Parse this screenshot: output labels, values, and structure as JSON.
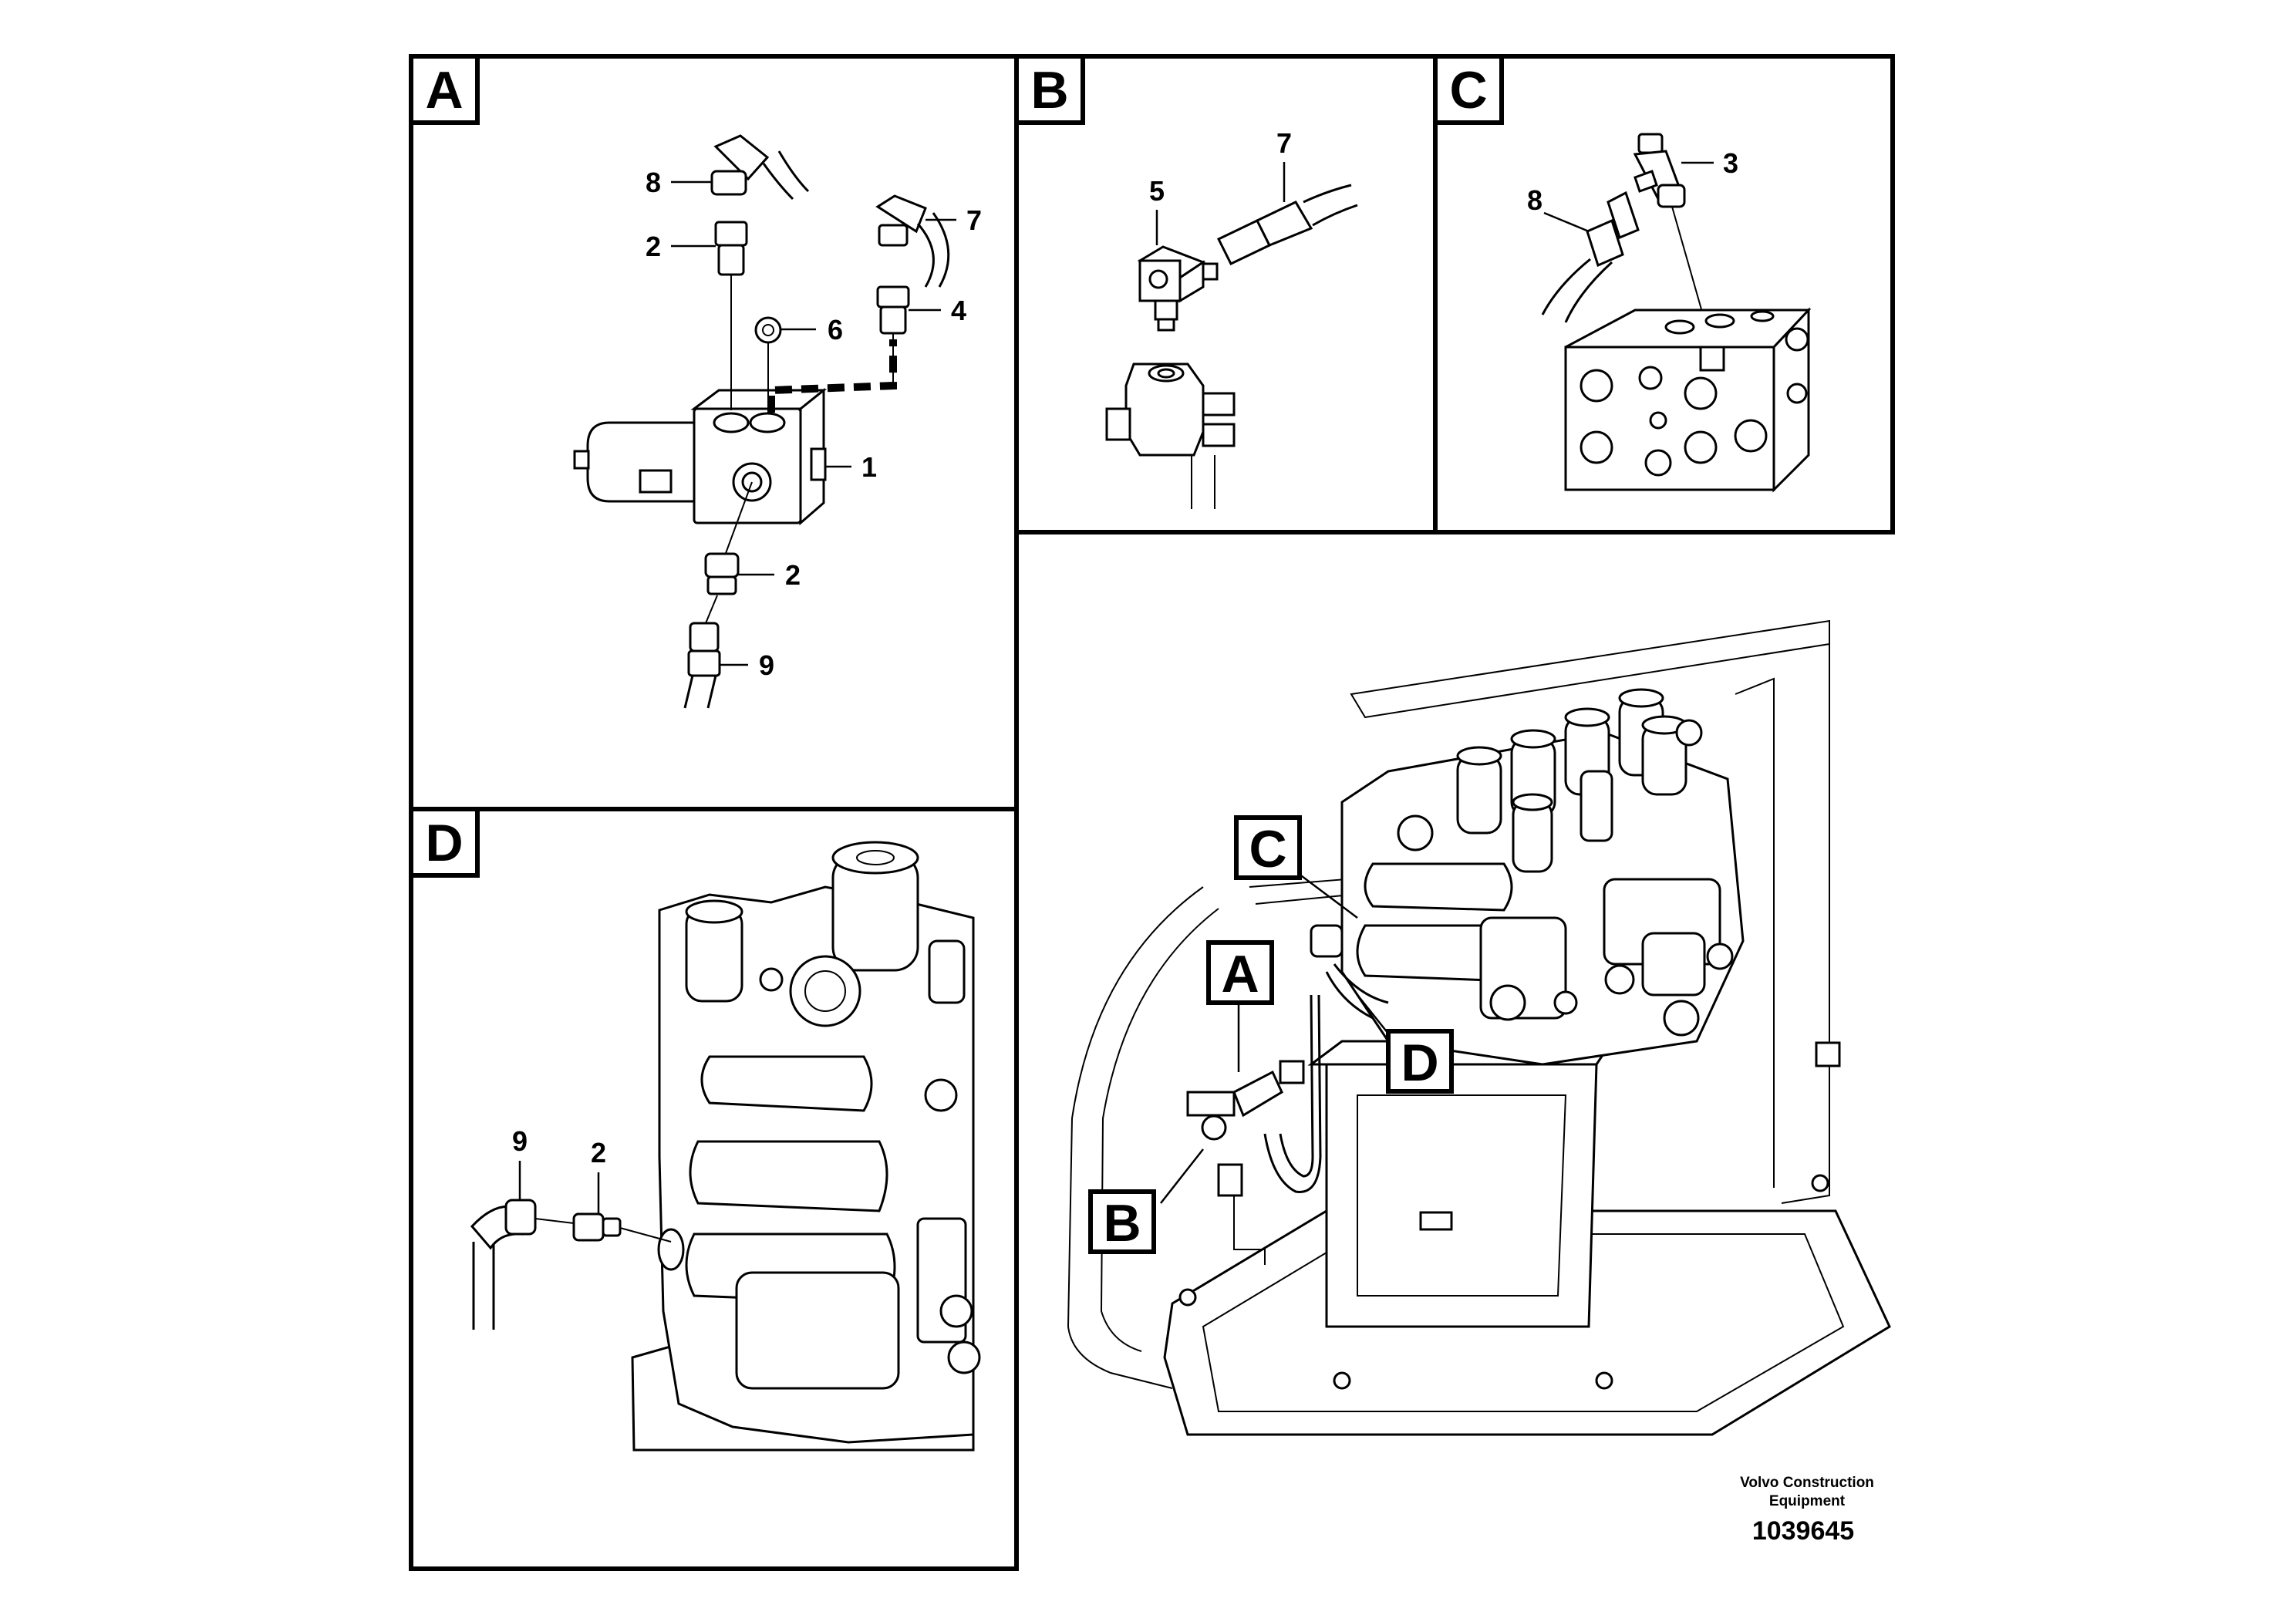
{
  "panels": {
    "A": {
      "tag": "A",
      "callouts": [
        "8",
        "2",
        "7",
        "4",
        "6",
        "1",
        "2",
        "9"
      ]
    },
    "B": {
      "tag": "B",
      "callouts": [
        "5",
        "7"
      ]
    },
    "C": {
      "tag": "C",
      "callouts": [
        "3",
        "8"
      ]
    },
    "D": {
      "tag": "D",
      "callouts": [
        "9",
        "2"
      ]
    }
  },
  "overview": {
    "markers": [
      "C",
      "A",
      "D",
      "B"
    ]
  },
  "footer": {
    "brand_line1": "Volvo Construction",
    "brand_line2": "Equipment",
    "doc_number": "1039645"
  }
}
